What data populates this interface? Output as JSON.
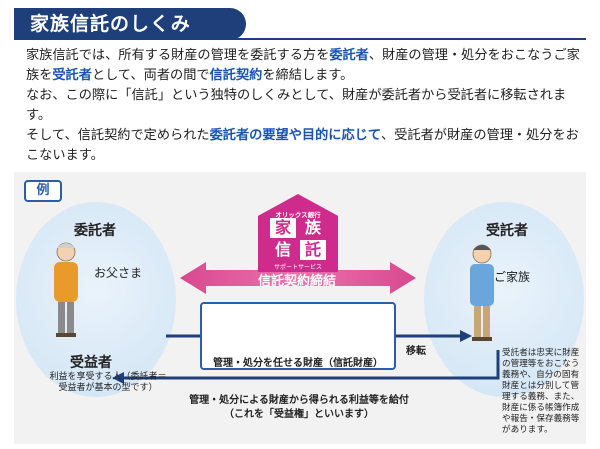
{
  "header": {
    "title": "家族信託のしくみ"
  },
  "intro": {
    "p1": [
      {
        "t": "家族信託では、所有する財産の管理を委託する方を",
        "h": false
      },
      {
        "t": "委託者",
        "h": true
      },
      {
        "t": "、財産の管理・処分をおこなうご家族を",
        "h": false
      },
      {
        "t": "受託者",
        "h": true
      },
      {
        "t": "として、両者の間で",
        "h": false
      },
      {
        "t": "信託契約",
        "h": true
      },
      {
        "t": "を締結します。",
        "h": false
      }
    ],
    "p2": [
      {
        "t": "なお、この際に「信託」という独特のしくみとして、財産が委託者から受託者に移転されます。",
        "h": false
      }
    ],
    "p3": [
      {
        "t": "そして、信託契約で定められた",
        "h": false
      },
      {
        "t": "委託者の要望や目的に応じて",
        "h": true
      },
      {
        "t": "、受託者が財産の管理・処分をおこないます。",
        "h": false
      }
    ]
  },
  "diagram": {
    "example_tag": "例",
    "entrustor": {
      "role": "委託者",
      "person": "お父さま"
    },
    "beneficiary": {
      "role": "受益者",
      "note": "利益を享受する人（委託者＝受益者が基本の型です）"
    },
    "trustee": {
      "role": "受託者",
      "person": "ご家族",
      "note": "受託者は忠実に財産の管理等をおこなう義務や、自分の固有財産とは分別して管理する義務、また、財産に係る帳簿作成や報告・保存義務等があります。"
    },
    "logo": {
      "top": "オリックス銀行",
      "k1": "家",
      "k2": "族",
      "k3": "信",
      "k4": "託",
      "sub": "サポートサービス"
    },
    "contract_label": "信託契約締結",
    "asset_label": "管理・処分を任せる財産（信託財産）",
    "transfer_label": "移転",
    "benefit_line1": "管理・処分による財産から得られる利益等を給付",
    "benefit_line2": "（これを「受益権」といいます）",
    "colors": {
      "navy": "#1f3f7a",
      "accent_blue": "#1a55b4",
      "magenta": "#cf2b8d",
      "arrow_pink": "#d9488f"
    }
  }
}
